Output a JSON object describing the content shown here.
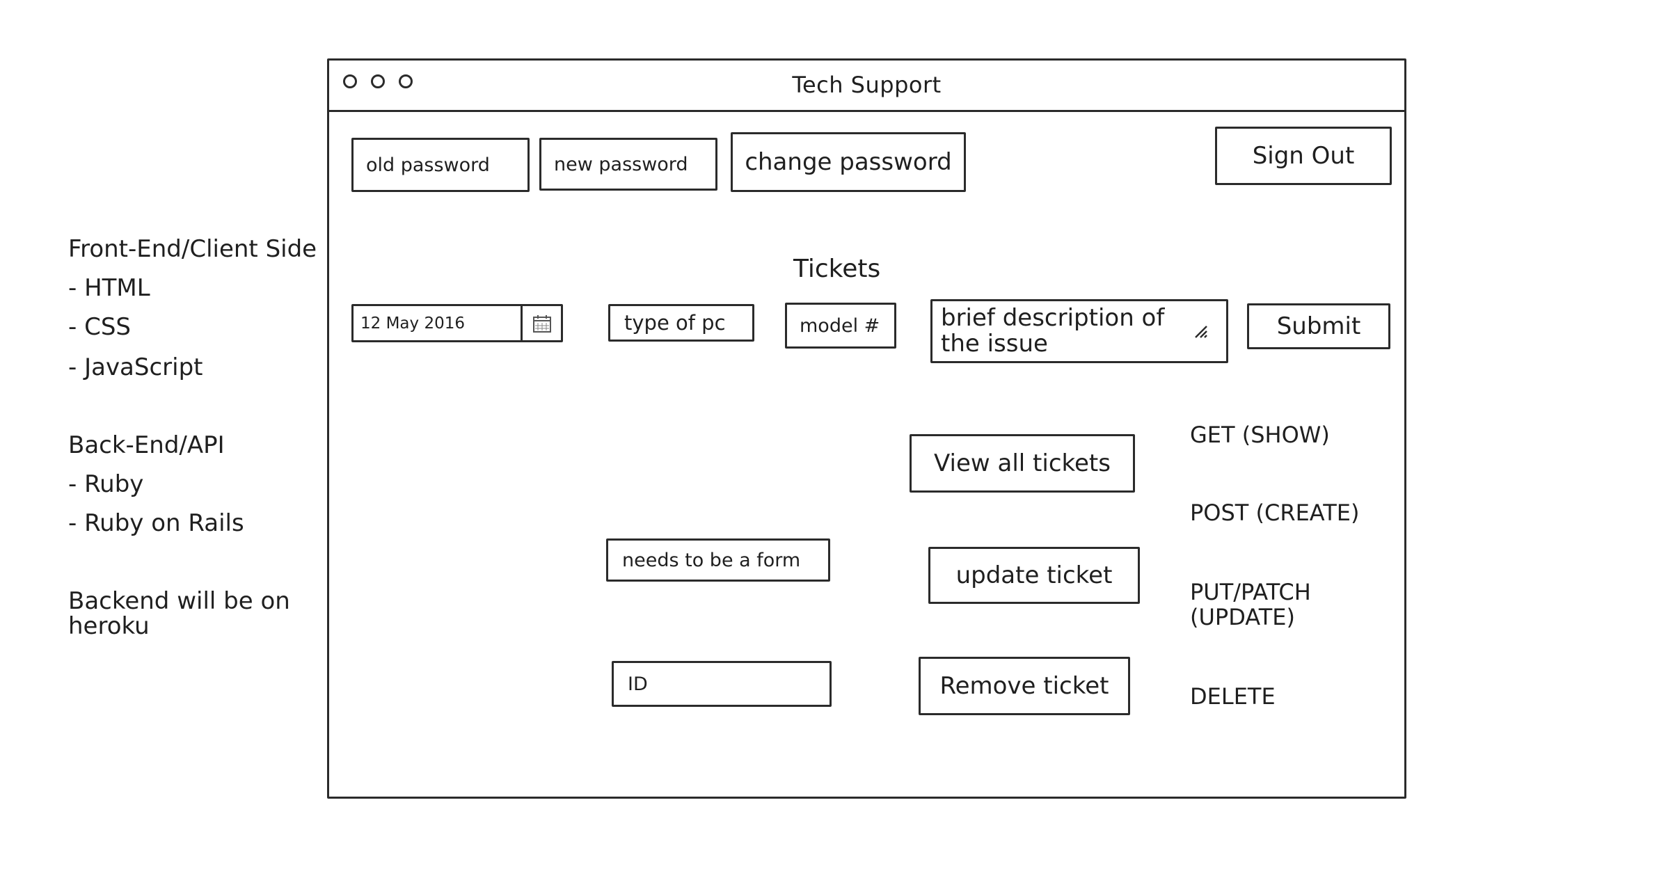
{
  "notes": {
    "frontend_heading": "Front-End/Client Side",
    "frontend_items": [
      "- HTML",
      "- CSS",
      "- JavaScript"
    ],
    "backend_heading": "Back-End/API",
    "backend_items": [
      "- Ruby",
      "- Ruby on Rails"
    ],
    "hosting_line1": "Backend will be on",
    "hosting_line2": "heroku"
  },
  "window": {
    "title": "Tech Support"
  },
  "account": {
    "old_password_placeholder": "old password",
    "new_password_placeholder": "new password",
    "change_password_label": "change password",
    "sign_out_label": "Sign Out"
  },
  "tickets": {
    "heading": "Tickets",
    "date_value": "12 May 2016",
    "pc_type_placeholder": "type of pc",
    "model_placeholder": "model #",
    "description_placeholder": "brief description of the issue",
    "submit_label": "Submit",
    "update_form_placeholder": "needs to be a form",
    "id_placeholder": "ID",
    "view_all_label": "View all tickets",
    "update_label": "update ticket",
    "remove_label": "Remove ticket"
  },
  "methods": {
    "get": "GET (SHOW)",
    "post": "POST (CREATE)",
    "put_line1": "PUT/PATCH",
    "put_line2": "(UPDATE)",
    "delete": "DELETE"
  },
  "icons": {
    "window_controls": [
      "circle-icon",
      "circle-icon",
      "circle-icon"
    ],
    "date_picker": "calendar-icon",
    "textarea_resize": "resize-grip-icon"
  }
}
